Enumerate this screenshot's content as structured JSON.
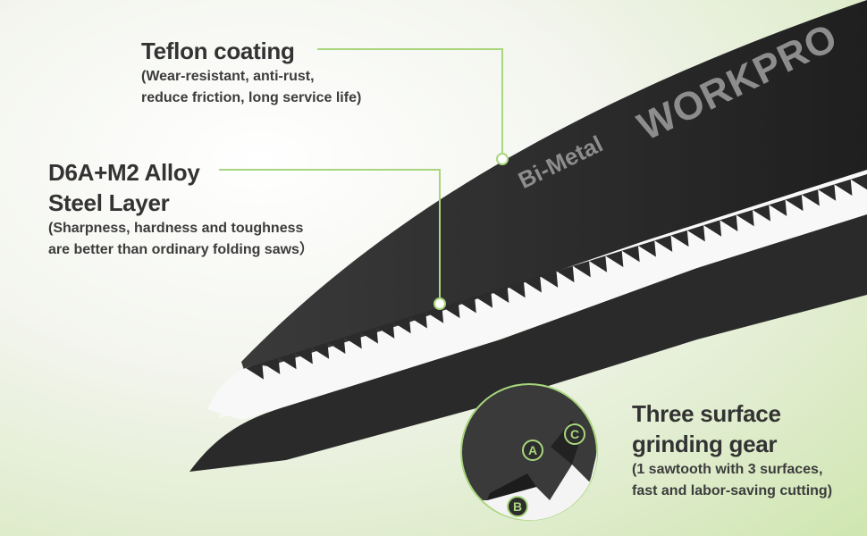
{
  "labels": {
    "teflon": {
      "title": "Teflon coating",
      "lines": [
        "(Wear-resistant, anti-rust,",
        "reduce friction, long service life)"
      ]
    },
    "steel": {
      "title_lines": [
        "D6A+M2 Alloy",
        "Steel Layer"
      ],
      "lines": [
        "(Sharpness, hardness and toughness",
        "are better than ordinary folding saws）"
      ]
    },
    "gear": {
      "title_lines": [
        "Three surface",
        "grinding gear"
      ],
      "lines": [
        "(1 sawtooth with 3 surfaces,",
        "fast and labor-saving cutting)"
      ]
    }
  },
  "brand": {
    "workpro": "WORKPRO",
    "bimetal": "Bi-Metal"
  },
  "gear_badges": {
    "a": "A",
    "b": "B",
    "c": "C"
  },
  "colors": {
    "accent": "#a9d67d",
    "blade": "#2b2b2b",
    "steel": "#f7f7f7",
    "background": "#e8f0dc"
  }
}
